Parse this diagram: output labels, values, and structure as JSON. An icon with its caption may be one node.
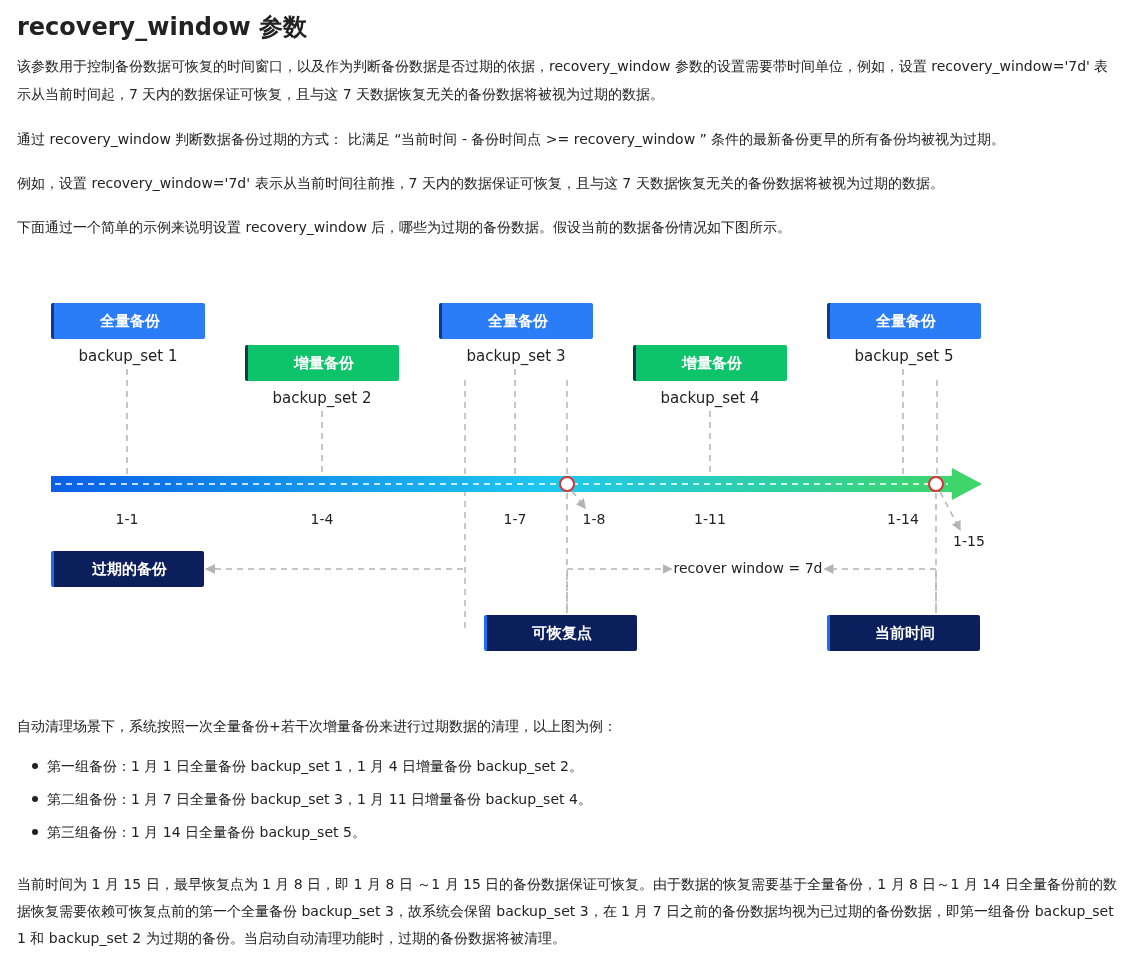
{
  "diagram": {
    "title": "recovery_window 参数",
    "nodes": [
      {
        "text": [
          "全量备份"
        ],
        "beside": [
          "backup_set 1"
        ]
      },
      {
        "text": [
          "增量备份"
        ],
        "beside": [
          "backup_set 2"
        ]
      },
      {
        "text": [
          "全量备份"
        ],
        "beside": [
          "backup_set 3"
        ]
      },
      {
        "text": [
          "增量备份"
        ],
        "beside": [
          "backup_set 4"
        ]
      },
      {
        "text": [
          "全量备份"
        ],
        "beside": [
          "backup_set 5"
        ]
      },
      {
        "text": [
          "过期的备份"
        ]
      },
      {
        "text": [
          "可恢复点"
        ]
      },
      {
        "text": [
          "当前时间"
        ]
      },
      {
        "text": [],
        "shape": "circle"
      },
      {
        "text": [],
        "shape": "circle"
      },
      {
        "text": [
          "1-8"
        ]
      },
      {
        "text": [
          "1-15"
        ]
      },
      {
        "text": [
          "recover window = 7d"
        ]
      }
    ],
    "edges": [
      {
        "from": 8,
        "to": 10,
        "arrow": "to"
      },
      {
        "from": 9,
        "to": 11,
        "arrow": "to"
      },
      {
        "from": null,
        "to": 5,
        "arrow": "to"
      },
      {
        "from": 6,
        "to": 12,
        "arrow": "to"
      },
      {
        "from": 7,
        "to": 12,
        "arrow": "to"
      },
      {
        "from": 8,
        "to": 6,
        "arrow": "none"
      },
      {
        "from": 9,
        "to": 7,
        "arrow": "none"
      },
      {
        "from": 0,
        "to": null,
        "arrow": "none"
      },
      {
        "from": 1,
        "to": null,
        "arrow": "none"
      },
      {
        "from": 2,
        "to": null,
        "arrow": "none"
      },
      {
        "from": 3,
        "to": null,
        "arrow": "none"
      },
      {
        "from": 4,
        "to": null,
        "arrow": "none"
      }
    ],
    "labels": [
      "该参数用于控制备份数据可恢复的时间窗口，以及作为判断备份数据是否过期的依据，recovery_window 参数的设置需要带时间单位，例如，设置 recovery_window='7d' 表示从当前时间起，7 天内的数据保证可恢复，且与这 7 天数据恢复无关的备份数据将被视为过期的数据。",
      "通过 recovery_window 判断数据备份过期的方式： 比满足 “当前时间 - 备份时间点 >= recovery_window ” 条件的最新备份更早的所有备份均被视为过期。",
      "例如，设置 recovery_window='7d' 表示从当前时间往前推，7 天内的数据保证可恢复，且与这 7 天数据恢复无关的备份数据将被视为过期的数据。",
      "下面通过一个简单的示例来说明设置 recovery_window 后，哪些为过期的备份数据。假设当前的数据备份情况如下图所示。",
      "1-1",
      "1-4",
      "1-7",
      "1-11",
      "1-14",
      "自动清理场景下，系统按照一次全量备份+若干次增量备份来进行过期数据的清理，以上图为例：",
      "第一组备份：1 月 1 日全量备份 backup_set 1，1 月 4 日增量备份 backup_set 2。",
      "第二组备份：1 月 7 日全量备份 backup_set 3，1 月 11 日增量备份 backup_set 4。",
      "第三组备份：1 月 14 日全量备份 backup_set 5。",
      "当前时间为 1 月 15 日，最早恢复点为 1 月 8 日，即 1 月 8 日 ～1 月 15 日的备份数据保证可恢复。由于数据的恢复需要基于全量备份，1 月 8 日～1 月 14 日全量备份前的数据恢复需要依赖可恢复点前的第一个全量备份 backup_set 3，故系统会保留 backup_set 3，在 1 月 7 日之前的备份数据均视为已过期的备份数据，即第一组备份 backup_set 1 和 backup_set 2 为过期的备份。当启动自动清理功能时，过期的备份数据将被清理。"
    ]
  }
}
